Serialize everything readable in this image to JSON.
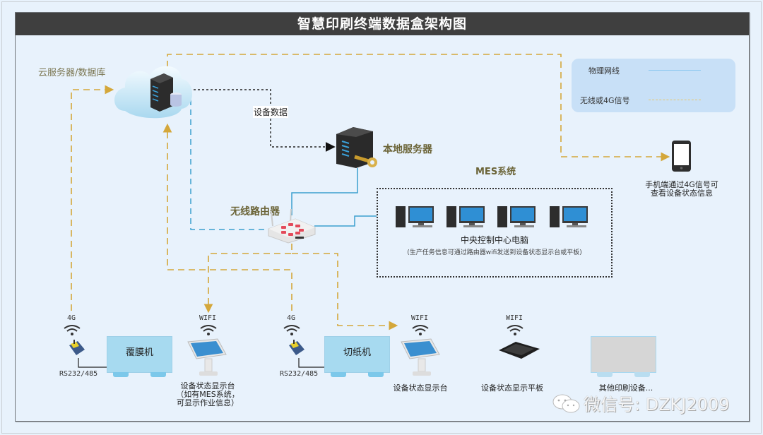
{
  "title": "智慧印刷终端数据盒架构图",
  "cloud": {
    "label": "云服务器/数据库"
  },
  "edge_labels": {
    "device_data": "设备数据"
  },
  "local_server": {
    "label": "本地服务器"
  },
  "router": {
    "label": "无线路由器"
  },
  "mes": {
    "title": "MES系统",
    "computers_label": "中央控制中心电脑",
    "note": "(生产任务信息可通过路由器wifi发送到设备状态显示台或平板)",
    "computer_count": 4
  },
  "legend": {
    "items": [
      {
        "label": "物理网线",
        "style": "solid",
        "color": "#8ec8f0"
      },
      {
        "label": "无线或4G信号",
        "style": "dashed",
        "color": "#e8c76a"
      }
    ]
  },
  "phone": {
    "label_line1": "手机端通过4G信号可",
    "label_line2": "查看设备状态信息"
  },
  "colors": {
    "wireless_line": "#d4a73a",
    "physical_line": "#3a9fcf",
    "data_line": "#222222",
    "title_bar": "#3f3f3f",
    "machine_fill": "#a7daf0",
    "other_machine_fill": "#d6d6d6"
  },
  "bottom": {
    "group1": {
      "signal_4g": "4G",
      "interface": "RS232/485",
      "machine": "覆膜机",
      "signal_wifi": "WIFI",
      "display_line1": "设备状态显示台",
      "display_line2": "（如有MES系统，",
      "display_line3": "可显示作业信息）"
    },
    "group2": {
      "signal_4g": "4G",
      "interface": "RS232/485",
      "machine": "切纸机",
      "signal_wifi": "WIFI",
      "display_line1": "设备状态显示台"
    },
    "tablet": {
      "signal_wifi": "WIFI",
      "label": "设备状态显示平板"
    },
    "other": {
      "label": "其他印刷设备..."
    }
  },
  "watermark": {
    "text": "微信号: DZKJ2009"
  }
}
